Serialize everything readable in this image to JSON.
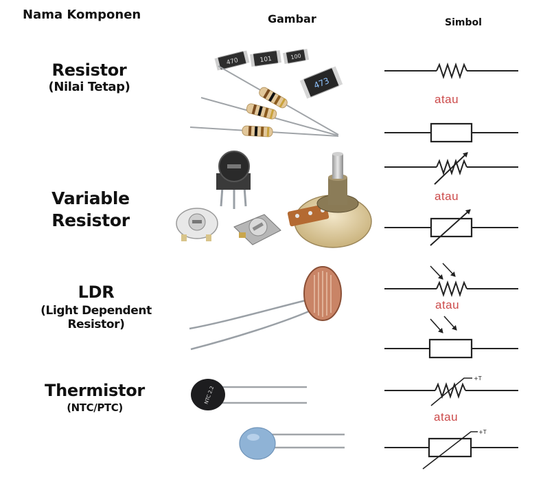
{
  "headers": {
    "name_col": "Nama Komponen",
    "image_col": "Gambar",
    "symbol_col": "Simbol"
  },
  "rows": [
    {
      "name": "Resistor",
      "subtitle": "(Nilai Tetap)",
      "image": "fixed-resistors-photo",
      "smd_codes": [
        "470",
        "101",
        "100",
        "473"
      ]
    },
    {
      "name_line1": "Variable",
      "name_line2": "Resistor",
      "image": "potentiometer-trimpot-photo"
    },
    {
      "name": "LDR",
      "subtitle": "(Light Dependent Resistor)",
      "image": "ldr-photo"
    },
    {
      "name": "Thermistor",
      "subtitle": "(NTC/PTC)",
      "image": "thermistor-photo",
      "ntc_marking": "NTC 2.2"
    }
  ],
  "symbols": {
    "or_text": "atau",
    "temp_label": "+T"
  },
  "colors": {
    "text": "#111111",
    "or_text": "#cc4a4a",
    "lead": "#9aa0a6",
    "resistor_body": "#e2c79a",
    "ldr_body": "#c98466",
    "ntc_body": "#1d1d1f",
    "ptc_body": "#8fb3d6"
  }
}
